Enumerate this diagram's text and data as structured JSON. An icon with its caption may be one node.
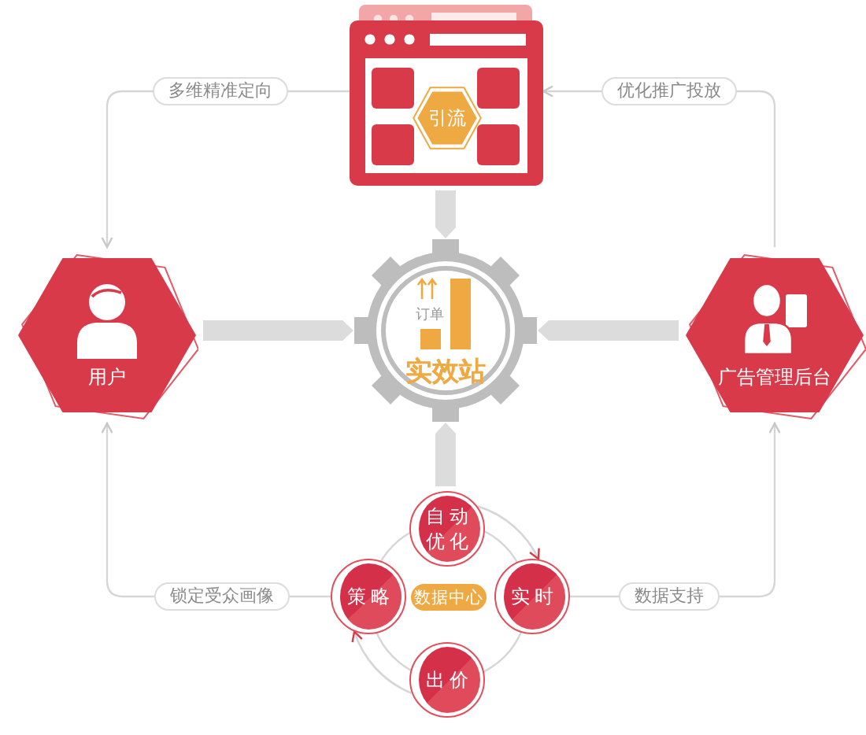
{
  "diagram": {
    "nodes": [
      {
        "text": [],
        "shape": "box"
      },
      {
        "text": [],
        "shape": "box",
        "in": 0
      },
      {
        "text": [],
        "shape": "box",
        "in": 0
      },
      {
        "text": [
          "引流"
        ],
        "in": 0
      },
      {
        "text": [],
        "shape": "box",
        "in": 0
      },
      {
        "text": [],
        "shape": "box",
        "in": 0
      },
      {
        "text": [
          "用户"
        ]
      },
      {
        "text": [
          "订单",
          "实效站"
        ]
      },
      {
        "text": [
          "广告管理后台"
        ]
      },
      {
        "text": [
          "自动优化"
        ]
      },
      {
        "text": [
          "策略"
        ]
      },
      {
        "text": [
          "数据中心"
        ]
      },
      {
        "text": [
          "实时"
        ]
      },
      {
        "text": [
          "出价"
        ]
      }
    ],
    "edges": [
      {
        "from": 0,
        "to": 7,
        "arrow": "to",
        "style": "thick"
      },
      {
        "from": 6,
        "to": 7,
        "arrow": "to",
        "style": "thick"
      },
      {
        "from": 8,
        "to": 7,
        "arrow": "to",
        "style": "thick"
      },
      {
        "from": 9,
        "to": 7,
        "arrow": "to",
        "style": "thick"
      },
      {
        "from": 0,
        "to": 6,
        "arrow": "to",
        "label": "多维精准定向"
      },
      {
        "from": 8,
        "to": 0,
        "arrow": "to",
        "label": "优化推广投放"
      },
      {
        "from": 10,
        "to": 6,
        "arrow": "to",
        "label": "锁定受众画像"
      },
      {
        "from": 12,
        "to": 8,
        "arrow": "to",
        "label": "数据支持"
      },
      {
        "from": 9,
        "to": 12,
        "arrow": "to"
      },
      {
        "from": 13,
        "to": 10,
        "arrow": "to"
      }
    ]
  }
}
